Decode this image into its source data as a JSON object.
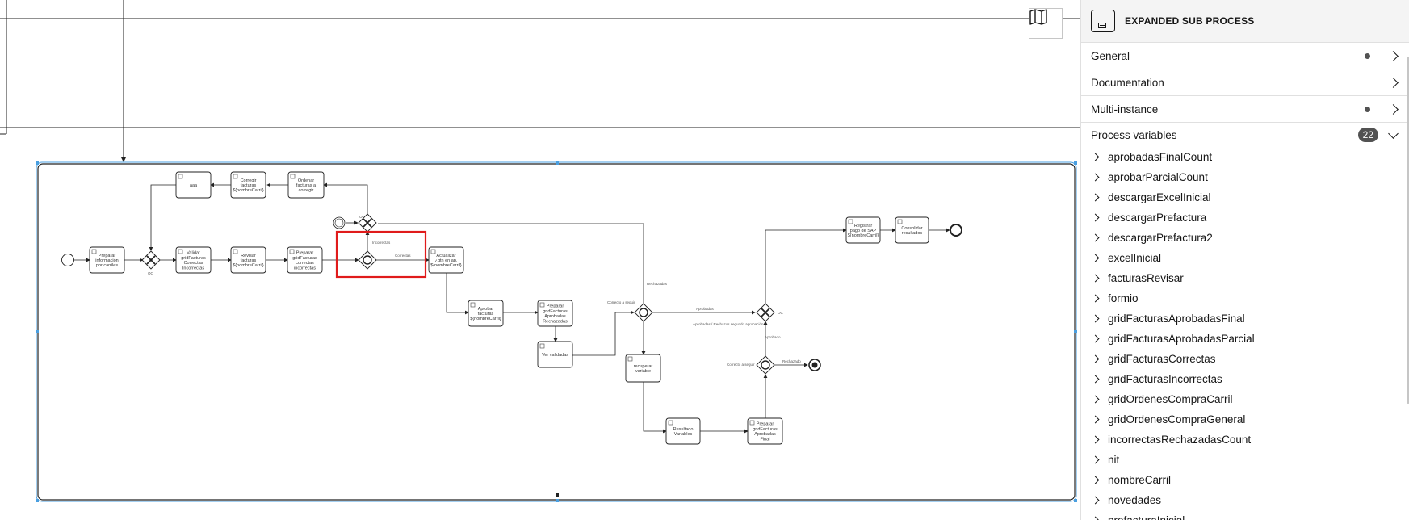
{
  "canvas": {
    "tasks": [
      {
        "id": "t1",
        "label": "Preparar información por carriles"
      },
      {
        "id": "t2",
        "label": "Validar gridFacturas Correctas Incorrectas"
      },
      {
        "id": "t3",
        "label": "Revisar facturas ${nombreCarril}"
      },
      {
        "id": "t4",
        "label": "Preparar gridFacturas correctas incorrectas"
      },
      {
        "id": "t5",
        "label": "Actualizar ¿qtn en ap. ${nombreCarril}"
      },
      {
        "id": "t6",
        "label": "Aprobar facturas ${nombreCarril}"
      },
      {
        "id": "t7",
        "label": "Preparar gridFacturas Aprobadas Rechazadas"
      },
      {
        "id": "t8",
        "label": "Ver validadas"
      },
      {
        "id": "t9",
        "label": "recuperar variable"
      },
      {
        "id": "t10",
        "label": "Resultado Variables"
      },
      {
        "id": "t11",
        "label": "Preparar gridFacturas Aprobadas Final"
      },
      {
        "id": "t12",
        "label": "Registrar pago de SAP ${nombreCarril}"
      },
      {
        "id": "t13",
        "label": "Consolidar resultados"
      },
      {
        "id": "t14",
        "label": "aaa"
      },
      {
        "id": "t15",
        "label": "Corregir facturas ${nombreCarril}"
      },
      {
        "id": "t16",
        "label": "Ordenar facturas a corregir"
      }
    ],
    "flow_labels": {
      "f1": "Incorrectas",
      "f2": "Correctas",
      "f3": "Rechazadas",
      "f4": "Correcto a seguir",
      "f5": "Aprobadas",
      "f6": "Aprobadas / Rechazos segundo aprobación",
      "f7": "Aprobado",
      "f8": "Correcto a seguir",
      "f9": "Rechazado"
    },
    "gateway_labels": {
      "g1": "OC",
      "g2": "OC",
      "g3": "OC"
    }
  },
  "map_button": {
    "icon": "map-icon"
  },
  "panel": {
    "header_title": "EXPANDED SUB PROCESS",
    "groups": [
      {
        "label": "General",
        "dot": true
      },
      {
        "label": "Documentation",
        "dot": false
      },
      {
        "label": "Multi-instance",
        "dot": true
      }
    ],
    "process_variables": {
      "label": "Process variables",
      "count": "22",
      "items": [
        "aprobadasFinalCount",
        "aprobarParcialCount",
        "descargarExcelInicial",
        "descargarPrefactura",
        "descargarPrefactura2",
        "excelInicial",
        "facturasRevisar",
        "formio",
        "gridFacturasAprobadasFinal",
        "gridFacturasAprobadasParcial",
        "gridFacturasCorrectas",
        "gridFacturasIncorrectas",
        "gridOrdenesCompraCarril",
        "gridOrdenesCompraGeneral",
        "incorrectasRechazadasCount",
        "nit",
        "nombreCarril",
        "novedades",
        "prefacturaInicial"
      ]
    }
  }
}
